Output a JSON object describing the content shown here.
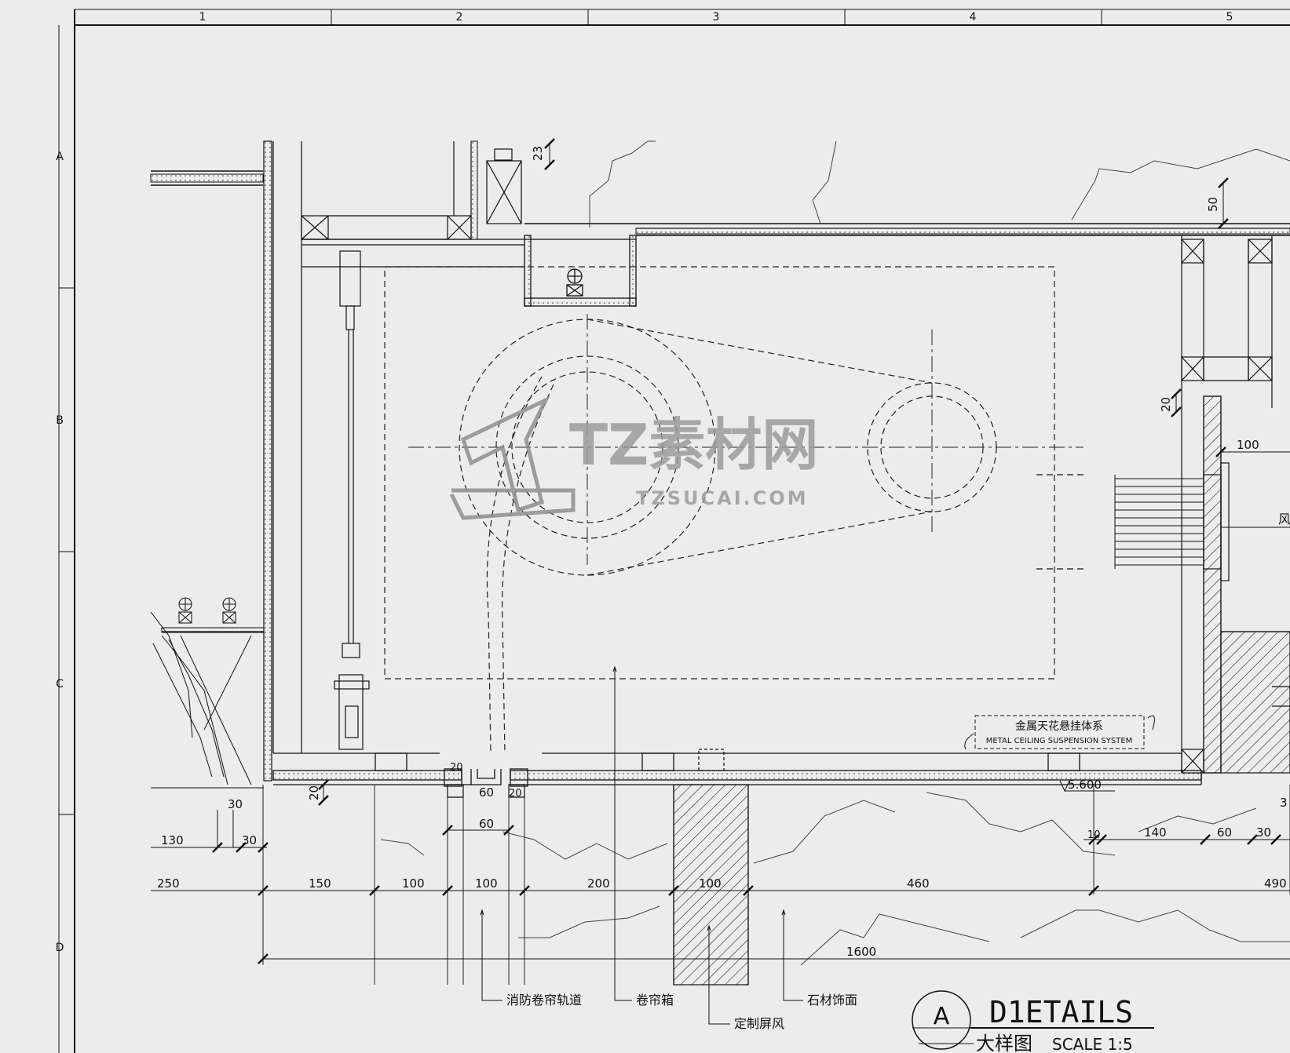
{
  "drawing": {
    "border_columns": [
      "1",
      "2",
      "3",
      "4",
      "5"
    ],
    "border_rows": [
      "A",
      "B",
      "C",
      "D"
    ],
    "title_block": {
      "marker": "A",
      "title": "D1ETAILS",
      "subtitle": "大样图",
      "scale": "SCALE  1:5"
    }
  },
  "annotations": {
    "ceiling_system_cn": "金属天花悬挂体系",
    "ceiling_system_en": "METAL CEILING SUSPENSION SYSTEM",
    "elevation": "5.600",
    "leader_fire_track": "消防卷帘轨道",
    "leader_shutter_box": "卷帘箱",
    "leader_custom_screen": "定制屏风",
    "leader_stone_finish": "石材饰面",
    "leader_right_edge": "风"
  },
  "dimensions": {
    "dim_23": "23",
    "dim_50": "50",
    "dim_20_right": "20",
    "dim_100_right": "100",
    "dim_20_left": "20",
    "dim_30_top": "30",
    "dim_130": "130",
    "dim_30_row": "30",
    "dim_20_gap_a": "20",
    "dim_20_gap_b": "20",
    "dim_60_slot": "60",
    "dim_60_row": "60",
    "dim_10": "10",
    "dim_140": "140",
    "dim_60_r": "60",
    "dim_30_r": "30",
    "dim_3_r": "3",
    "chain": [
      "250",
      "150",
      "100",
      "100",
      "200",
      "100",
      "460",
      "490"
    ],
    "overall": "1600"
  },
  "watermark": {
    "brand": "TZ素材网",
    "url": "TZSUCAI.COM"
  }
}
